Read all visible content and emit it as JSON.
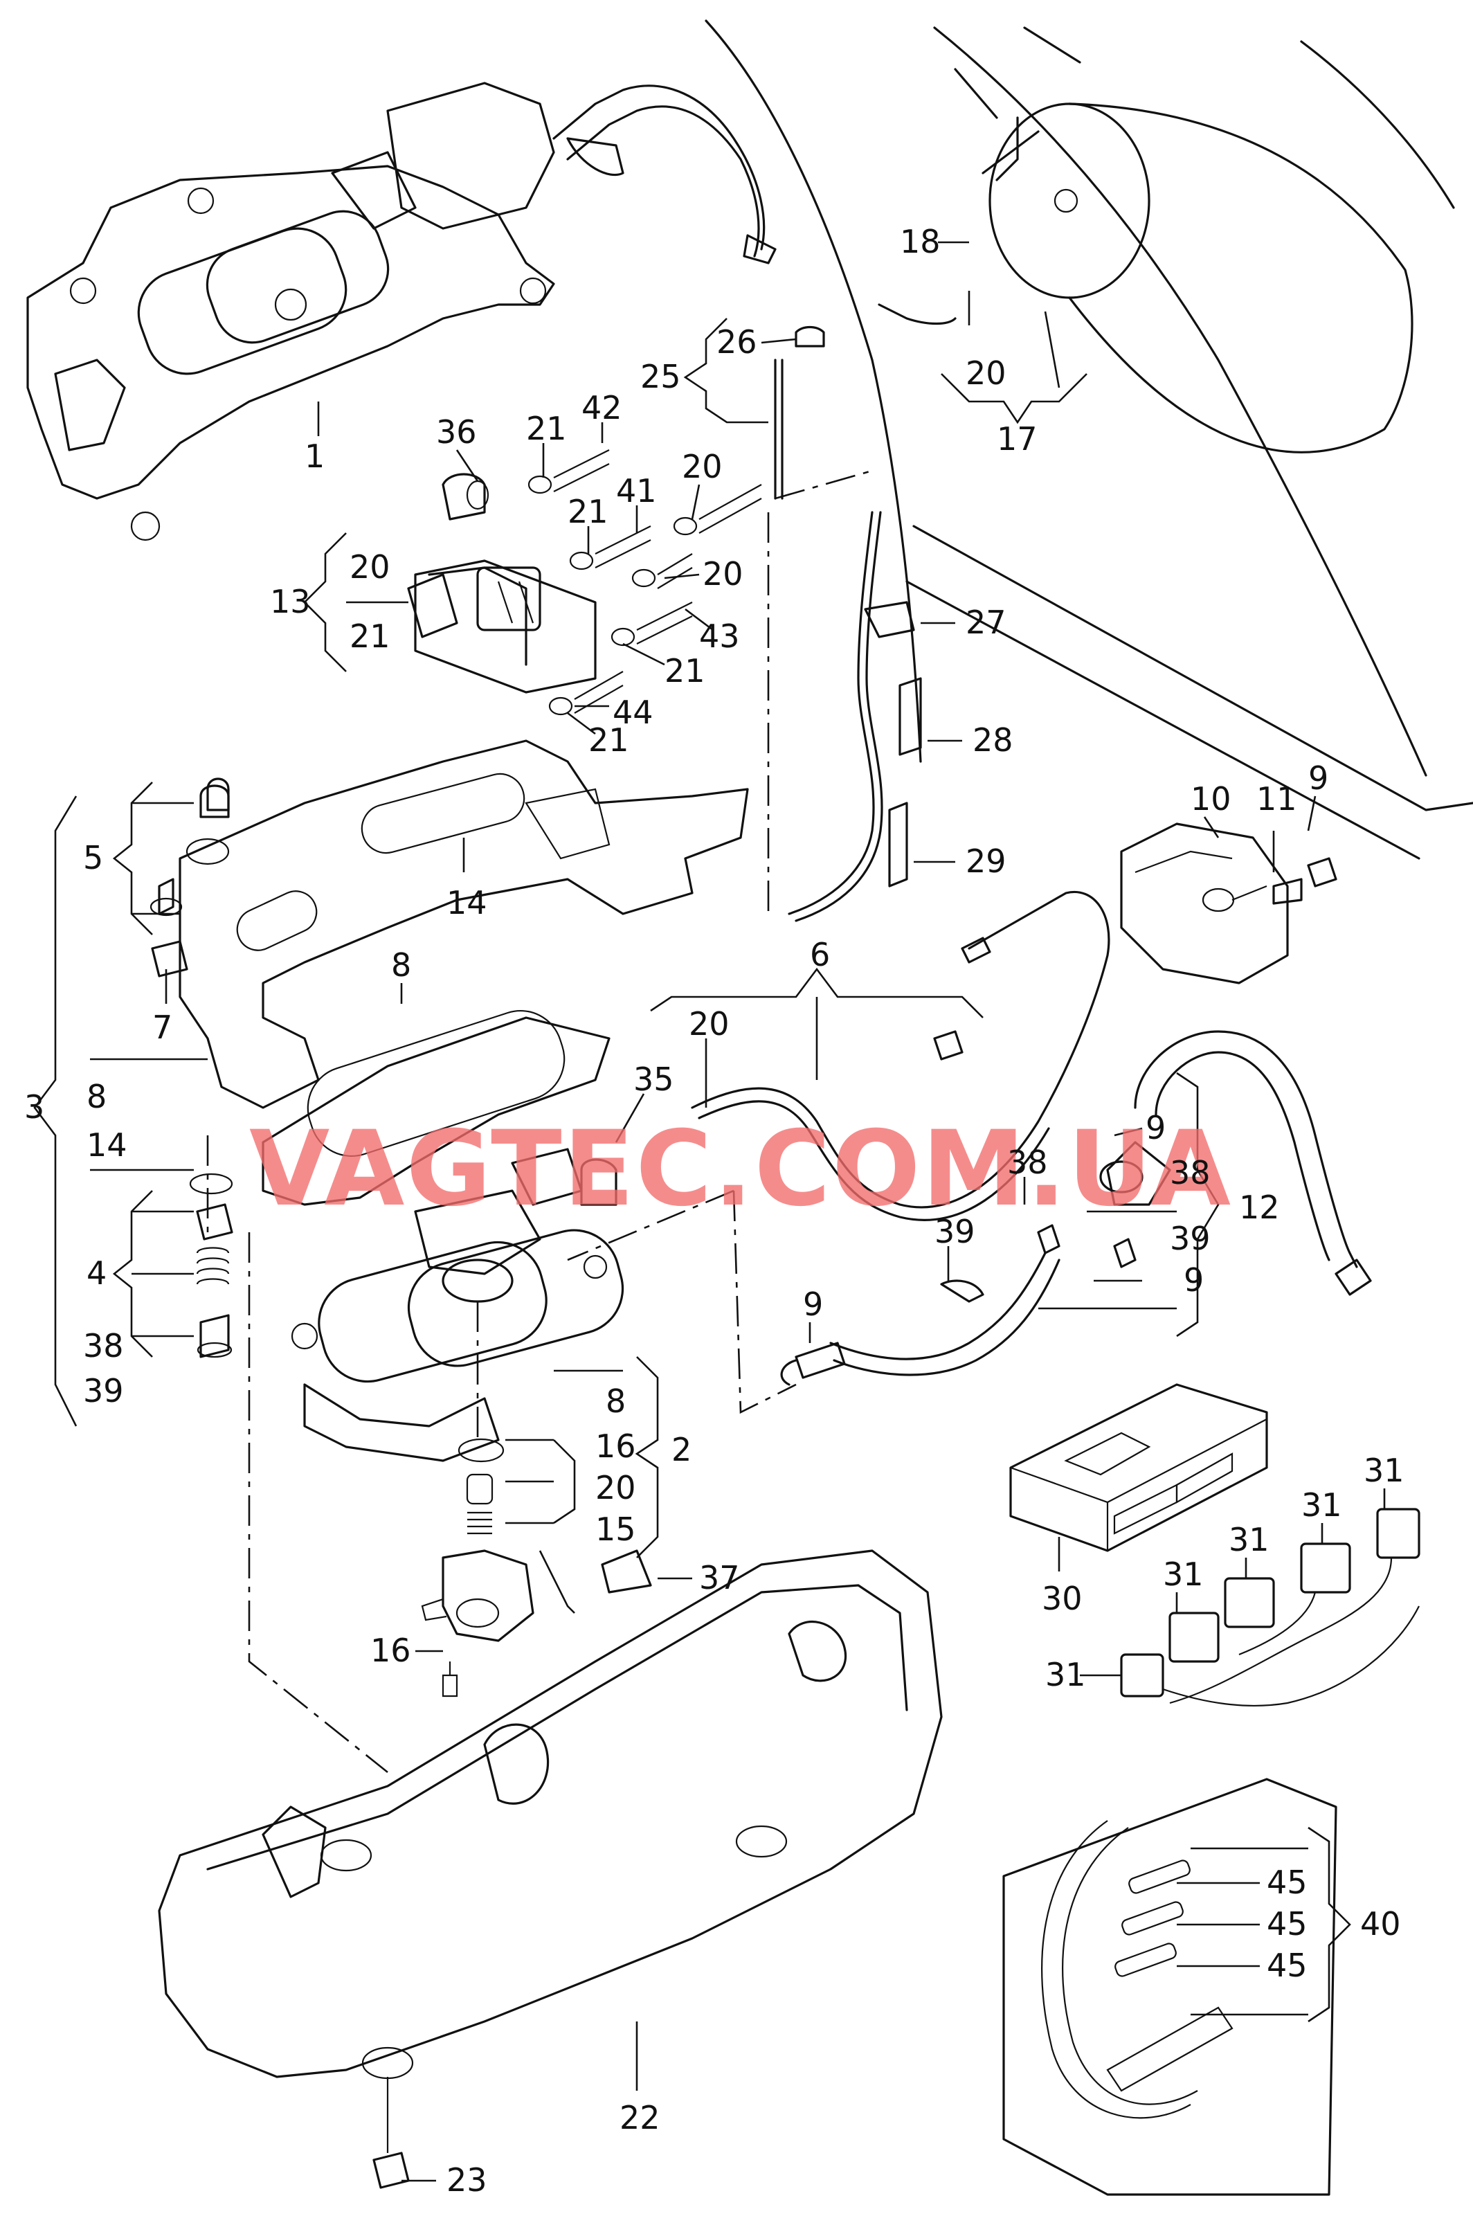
{
  "watermark": "VAGTEC.COM.UA",
  "labels": {
    "n1": "1",
    "n2": "2",
    "n3": "3",
    "n4": "4",
    "n5": "5",
    "n6": "6",
    "n7": "7",
    "n8a": "8",
    "n8b": "8",
    "n8c": "8",
    "n9a": "9",
    "n9b": "9",
    "n9c": "9",
    "n9d": "9",
    "n10": "10",
    "n11": "11",
    "n12": "12",
    "n13": "13",
    "n14a": "14",
    "n14b": "14",
    "n15": "15",
    "n16a": "16",
    "n16b": "16",
    "n17": "17",
    "n18": "18",
    "n20a": "20",
    "n20b": "20",
    "n20c": "20",
    "n20d": "20",
    "n20e": "20",
    "n20f": "20",
    "n21a": "21",
    "n21b": "21",
    "n21c": "21",
    "n21d": "21",
    "n21e": "21",
    "n22": "22",
    "n23": "23",
    "n25": "25",
    "n26": "26",
    "n27": "27",
    "n28": "28",
    "n29": "29",
    "n30": "30",
    "n31a": "31",
    "n31b": "31",
    "n31c": "31",
    "n31d": "31",
    "n31e": "31",
    "n35": "35",
    "n36": "36",
    "n37": "37",
    "n38a": "38",
    "n38b": "38",
    "n38c": "38",
    "n39a": "39",
    "n39b": "39",
    "n39c": "39",
    "n40": "40",
    "n41": "41",
    "n42": "42",
    "n43": "43",
    "n44": "44",
    "n45a": "45",
    "n45b": "45",
    "n45c": "45"
  }
}
